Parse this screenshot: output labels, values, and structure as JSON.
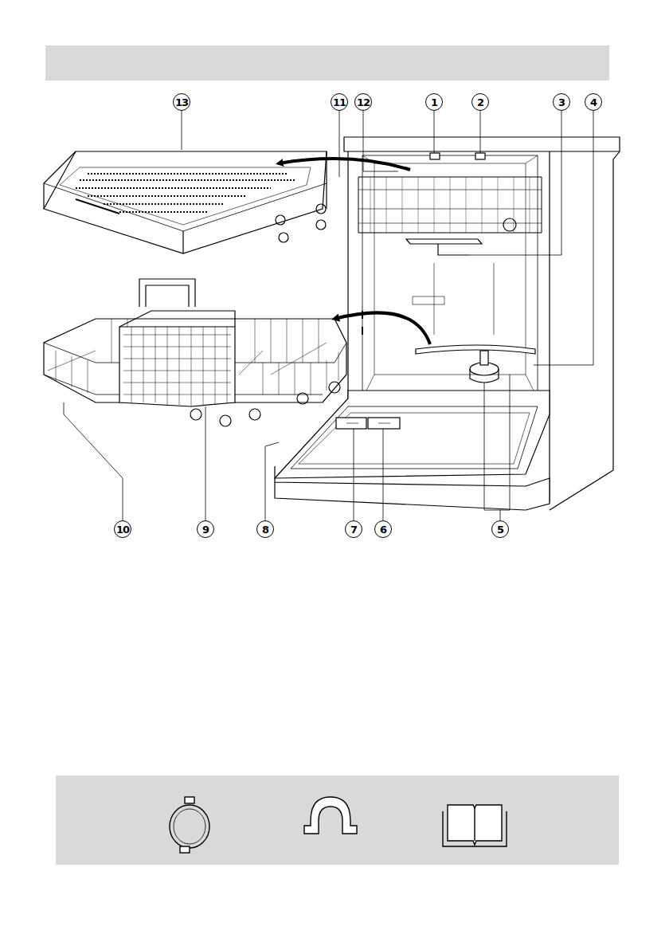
{
  "diagram": {
    "labels": [
      "13",
      "11",
      "12",
      "1",
      "2",
      "3",
      "4",
      "10",
      "9",
      "8",
      "7",
      "6",
      "5"
    ]
  }
}
